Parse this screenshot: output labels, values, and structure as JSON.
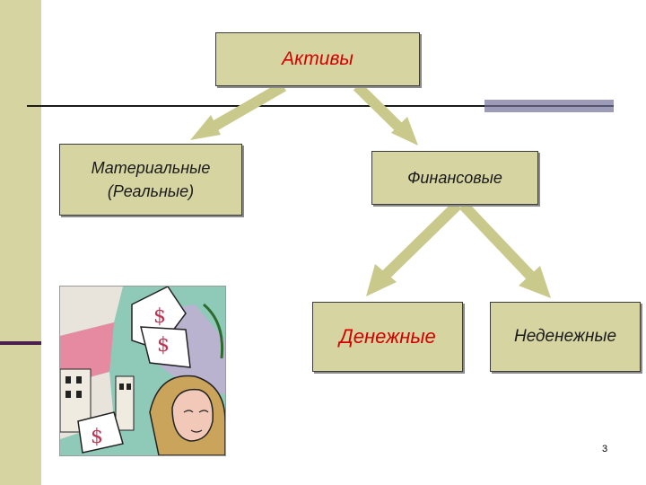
{
  "nodes": {
    "root": "Активы",
    "material": [
      "Материальные",
      "(Реальные)"
    ],
    "financial": "Финансовые",
    "money": "Денежные",
    "nonmoney": "Неденежные"
  },
  "edges": [
    {
      "from": "root",
      "to": "material"
    },
    {
      "from": "root",
      "to": "financial"
    },
    {
      "from": "financial",
      "to": "money"
    },
    {
      "from": "financial",
      "to": "nonmoney"
    }
  ],
  "illustration": {
    "icon": "money-clipart-icon",
    "glyph": "$"
  },
  "page_number": "3",
  "colors": {
    "box_fill": "#d6d5a1",
    "arrow": "#c9c98c",
    "accent_text": "#d40000",
    "text": "#1a1a1a",
    "side_band": "#d6d5a1",
    "band_mark": "#4a1f4d"
  }
}
